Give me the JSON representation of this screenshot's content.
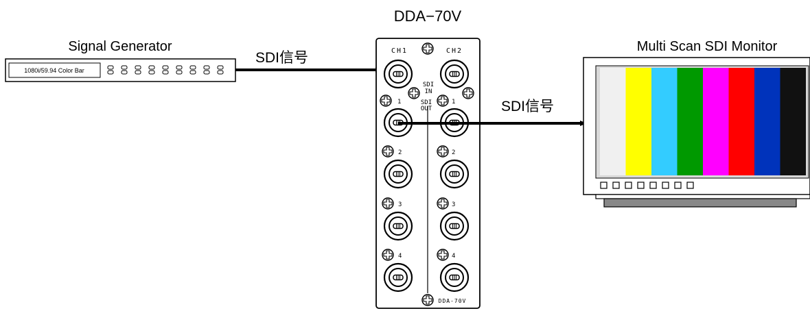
{
  "device": {
    "title": "DDA−70V",
    "ch1_label": "CH1",
    "ch2_label": "CH2",
    "sdi_in_label": [
      "SDI",
      "IN"
    ],
    "sdi_out_label": [
      "SDI",
      "OUT"
    ],
    "output_numbers": [
      "1",
      "2",
      "3",
      "4"
    ],
    "model_label": "DDA-70V"
  },
  "generator": {
    "title": "Signal Generator",
    "display_text": "1080i/59.94  Color Bar"
  },
  "monitor": {
    "title": "Multi Scan SDI Monitor",
    "color_bars": [
      "#f0f0f0",
      "#ffff00",
      "#33ccff",
      "#009900",
      "#ff00ff",
      "#ff0000",
      "#0033bb",
      "#111111"
    ]
  },
  "connections": {
    "input_label": "SDI信号",
    "output_label": "SDI信号"
  }
}
